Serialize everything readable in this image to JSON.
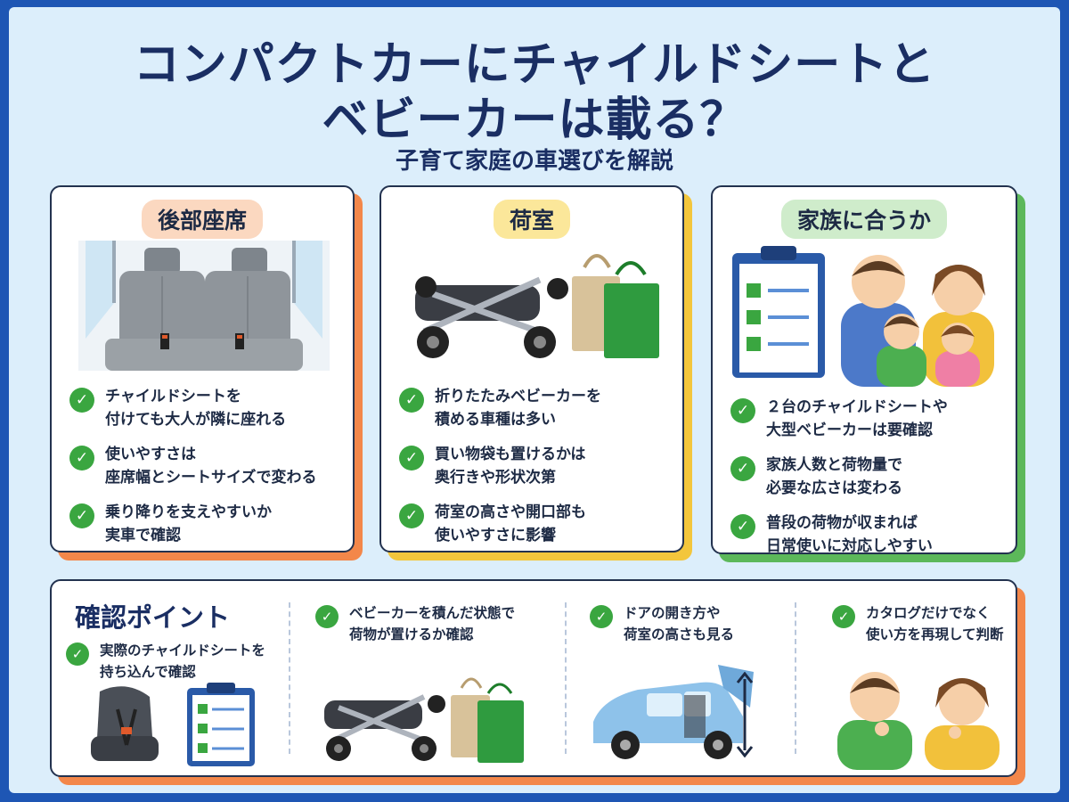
{
  "title": {
    "line1": "コンパクトカーにチャイルドシートと",
    "line2": "ベビーカーは載る？",
    "subtitle": "子育て家庭の車選びを解説"
  },
  "colors": {
    "frame": "#1e56b4",
    "background": "#dceefb",
    "orange": "#f3874a",
    "yellow": "#f3c63c",
    "green": "#5cb85a",
    "check": "#3aa640"
  },
  "cards": [
    {
      "label": "後部座席",
      "icon": "rear-seat-illustration",
      "items": [
        "チャイルドシートを\n付けても大人が隣に座れる",
        "使いやすさは\n座席幅とシートサイズで変わる",
        "乗り降りを支えやすいか\n実車で確認"
      ]
    },
    {
      "label": "荷室",
      "icon": "stroller-and-bags-illustration",
      "items": [
        "折りたたみベビーカーを\n積める車種は多い",
        "買い物袋も置けるかは\n奥行きや形状次第",
        "荷室の高さや開口部も\n使いやすさに影響"
      ]
    },
    {
      "label": "家族に合うか",
      "icon": "family-and-checklist-illustration",
      "items": [
        "２台のチャイルドシートや\n大型ベビーカーは要確認",
        "家族人数と荷物量で\n必要な広さは変わる",
        "普段の荷物が収まれば\n日常使いに対応しやすい"
      ]
    }
  ],
  "checkpoints": {
    "title": "確認ポイント",
    "items": [
      "実際のチャイルドシートを\n持ち込んで確認",
      "ベビーカーを積んだ状態で\n荷物が置けるか確認",
      "ドアの開き方や\n荷室の高さも見る",
      "カタログだけでなく\n使い方を再現して判断"
    ]
  }
}
